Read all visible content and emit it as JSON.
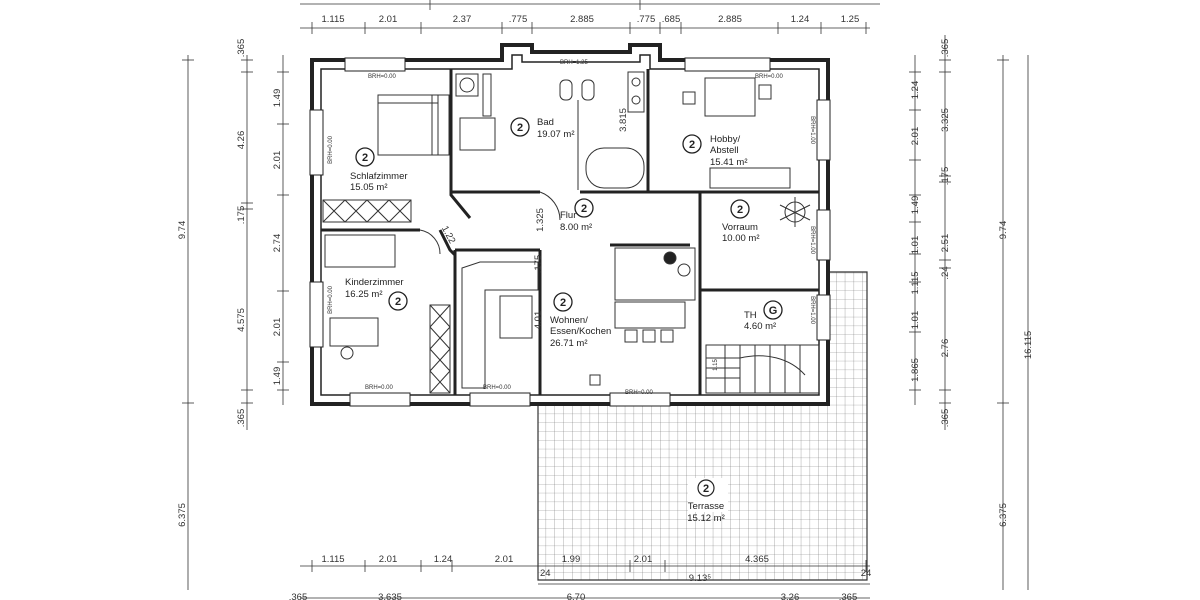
{
  "dimensions": {
    "top": [
      "1.115",
      "2.01",
      "2.37",
      ".775",
      "2.885",
      ".775",
      ".685",
      "2.885",
      "1.24",
      "1.25"
    ],
    "bottom_row1": [
      "1.115",
      "2.01",
      "1.24",
      "2.01",
      "1.99",
      "2.01",
      "4.365"
    ],
    "bottom_total": "9.13⁵",
    "bottom_row2": [
      ".365",
      "3.635",
      "6.70",
      "3.26",
      ".365"
    ],
    "bottom_24_left": "24",
    "bottom_24_right": "24",
    "left_inner": [
      "1.49",
      "2.01",
      "2.74",
      "2.01",
      "1.49"
    ],
    "left_outer": [
      ".365",
      "4.26",
      ".175",
      "4.575",
      ".365"
    ],
    "left_total": "9.74",
    "left_terrace": "6.375",
    "right_inner": [
      "1.24",
      "2.01",
      "1.49",
      "1.01",
      "1.115",
      "1.01",
      "1.865"
    ],
    "right_mid": [
      ".365",
      "3.325",
      ".175",
      "2.51",
      ".24",
      "2.76",
      ".365"
    ],
    "right_total": "9.74",
    "right_terrace": "6.375",
    "right_overall": "16.115"
  },
  "rooms": [
    {
      "key": "schlaf",
      "title": "Schlafzimmer",
      "area": "15.05 m²",
      "badge": "2"
    },
    {
      "key": "bad",
      "title": "Bad",
      "area": "19.07 m²",
      "badge": "2"
    },
    {
      "key": "hobby",
      "title": "Hobby/",
      "title2": "Abstell",
      "area": "15.41 m²",
      "badge": "2"
    },
    {
      "key": "flur",
      "title": "Flur",
      "area": "8.00 m²",
      "badge": "2"
    },
    {
      "key": "vorraum",
      "title": "Vorraum",
      "area": "10.00 m²",
      "badge": "2"
    },
    {
      "key": "kinder",
      "title": "Kinderzimmer",
      "area": "16.25 m²",
      "badge": "2"
    },
    {
      "key": "wohnen",
      "title": "Wohnen/",
      "title2": "Essen/Kochen",
      "area": "26.71 m²",
      "badge": "2"
    },
    {
      "key": "th",
      "title": "TH",
      "area": "4.60 m²",
      "badge": "G"
    },
    {
      "key": "terrasse",
      "title": "Terrasse",
      "area": "15.12 m²",
      "badge": "2"
    }
  ],
  "window_labels": {
    "brh_000": "BRH=0.00",
    "brh_125": "BRH=1.25",
    "brh_100": "BRH=1.00"
  },
  "interior_dims": {
    "bad_height": "3.815",
    "flur_width": "1.325",
    "door_122": "1.22",
    "wohn_depth": "4.01",
    "wohn_175": ".175",
    "stair": "1.15"
  }
}
